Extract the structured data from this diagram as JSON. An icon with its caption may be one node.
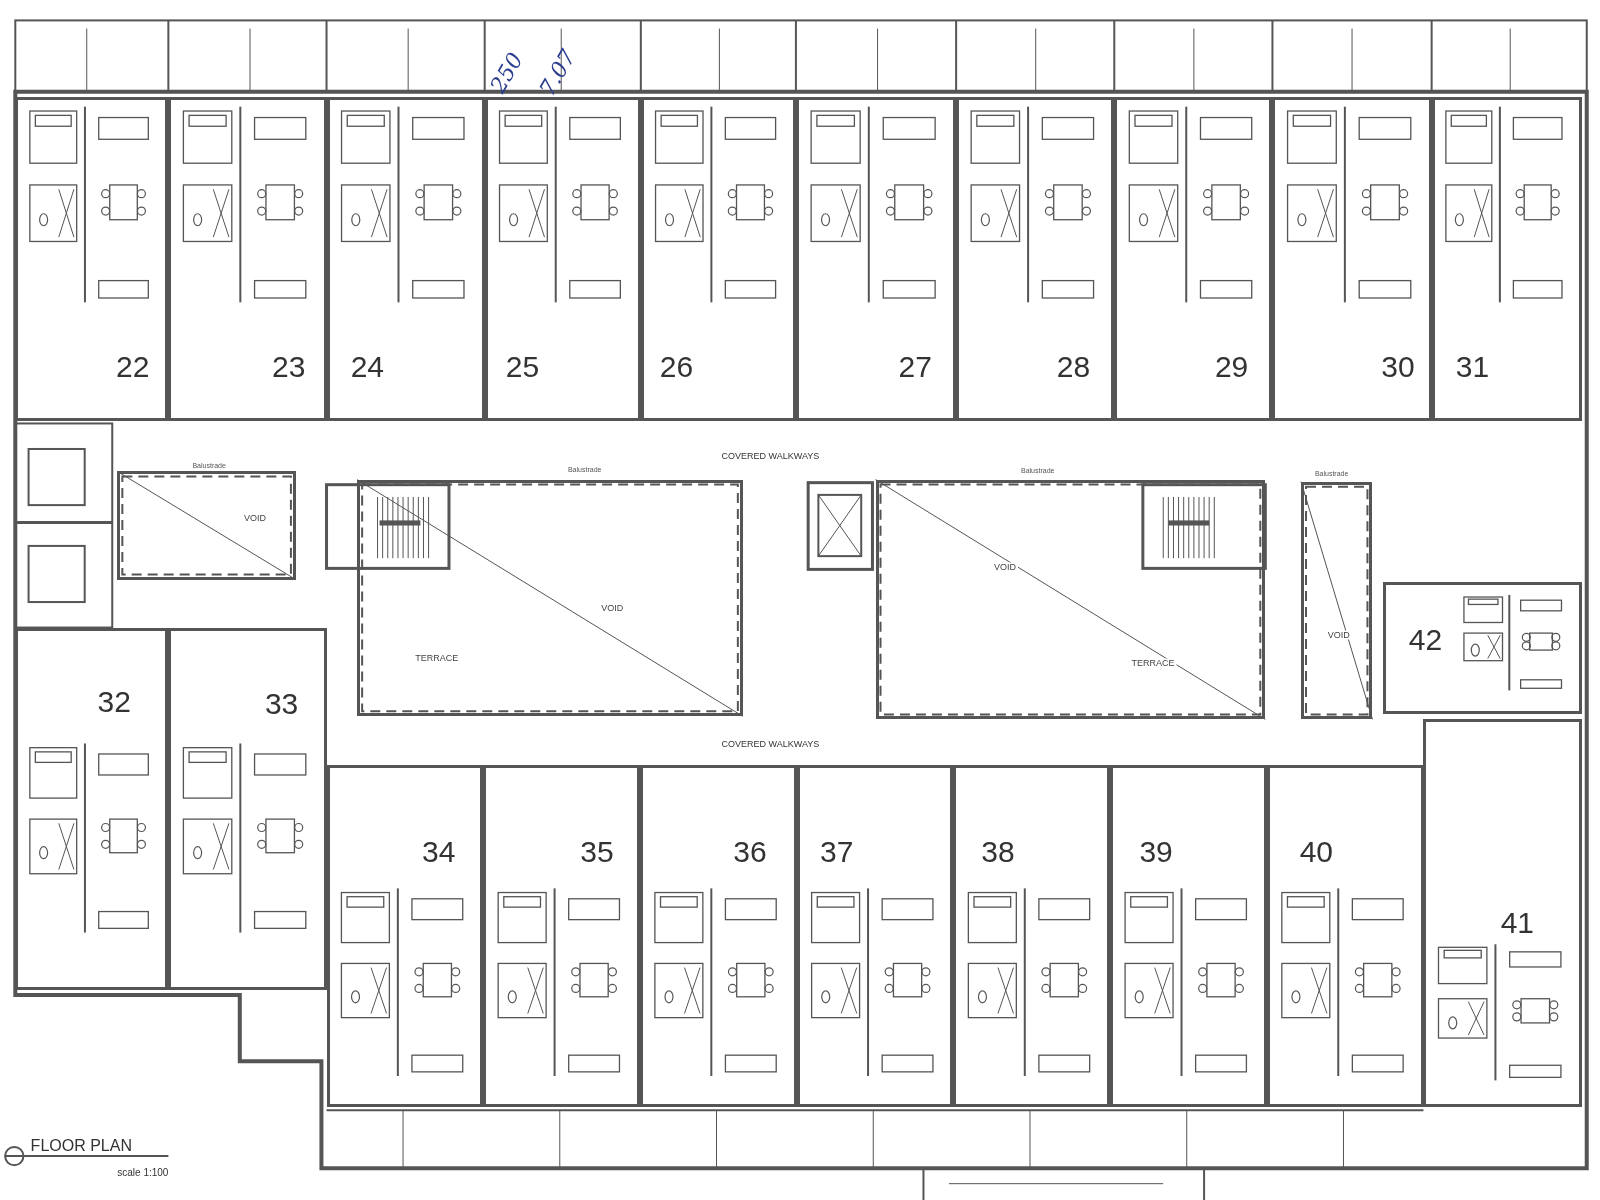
{
  "diagram": {
    "title": "FLOOR PLAN",
    "nodes": [
      {
        "text": [
          "22"
        ]
      },
      {
        "text": [
          "23"
        ]
      },
      {
        "text": [
          "24"
        ]
      },
      {
        "text": [
          "25"
        ]
      },
      {
        "text": [
          "26"
        ]
      },
      {
        "text": [
          "27"
        ]
      },
      {
        "text": [
          "28"
        ]
      },
      {
        "text": [
          "29"
        ]
      },
      {
        "text": [
          "30"
        ]
      },
      {
        "text": [
          "31"
        ]
      },
      {
        "text": [
          "VOID"
        ],
        "beside": [
          "Balustrade"
        ]
      },
      {
        "text": [
          "VOID",
          "TERRACE"
        ],
        "beside": [
          "Balustrade"
        ]
      },
      {
        "text": [
          "VOID",
          "TERRACE"
        ],
        "beside": [
          "Balustrade"
        ]
      },
      {
        "text": [
          "VOID"
        ],
        "beside": [
          "Balustrade"
        ]
      },
      {
        "text": [
          "42"
        ]
      },
      {
        "text": [
          "32"
        ]
      },
      {
        "text": [
          "33"
        ]
      },
      {
        "text": [
          "34"
        ]
      },
      {
        "text": [
          "35"
        ]
      },
      {
        "text": [
          "36"
        ]
      },
      {
        "text": [
          "37"
        ]
      },
      {
        "text": [
          "38"
        ]
      },
      {
        "text": [
          "39"
        ]
      },
      {
        "text": [
          "40"
        ]
      },
      {
        "text": [
          "41"
        ]
      }
    ],
    "edges": [],
    "labels": [
      "250",
      "7.07",
      "COVERED WALKWAYS",
      "COVERED WALKWAYS",
      "scale 1:100"
    ]
  }
}
